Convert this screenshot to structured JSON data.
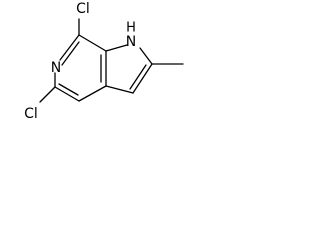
{
  "molecule": {
    "atoms": {
      "cl_top": "Cl",
      "cl_bottom": "Cl",
      "nitrogen_pyridine": "N",
      "nitrogen_pyrrole": "N",
      "hydrogen_pyrrole": "H"
    }
  }
}
